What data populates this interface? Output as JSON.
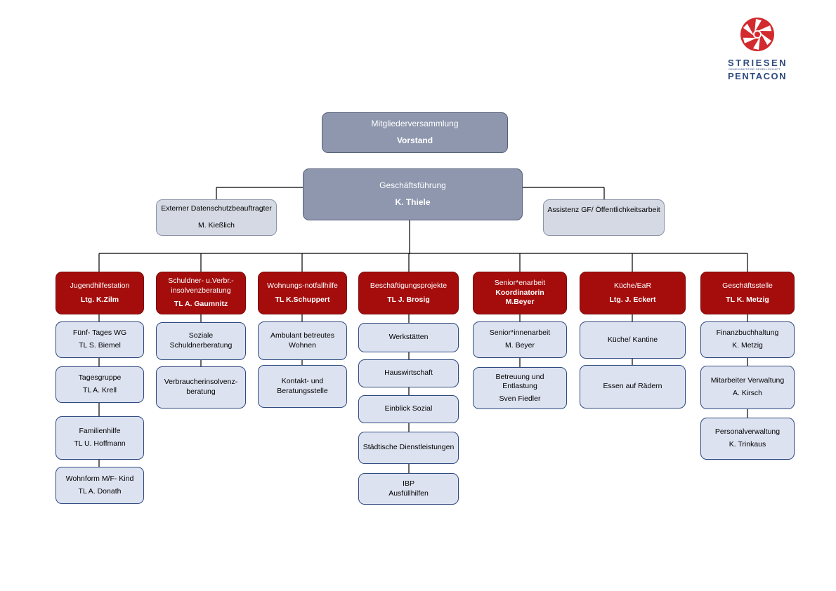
{
  "logo": {
    "line1": "STRIESEN",
    "tagline": "GEMEINNÜTZIGE GESELLSCHAFT",
    "line2": "PENTACON",
    "red": "#d22a2e",
    "blue": "#2f4a80"
  },
  "top": {
    "line1": "Mitgliederversammlung",
    "line2": "Vorstand"
  },
  "gf": {
    "line1": "Geschäftsführung",
    "line2": "K. Thiele"
  },
  "left_staff": {
    "line1": "Externer Datenschutzbeauftragter",
    "line2": "M. Kießlich"
  },
  "right_staff": {
    "line1": "Assistenz GF/ Öffentlichkeitsarbeit"
  },
  "departments": [
    {
      "title": "Jugendhilfestation",
      "lead": "Ltg. K.Zilm",
      "children": [
        {
          "line1": "Fünf- Tages WG",
          "line2": "TL S. Biemel"
        },
        {
          "line1": "Tagesgruppe",
          "line2": "TL A. Krell"
        },
        {
          "line1": "Familienhilfe",
          "line2": "TL U. Hoffmann"
        },
        {
          "line1": "Wohnform M/F- Kind",
          "line2": "TL A. Donath"
        }
      ]
    },
    {
      "title": "Schuldner- u.Verbr.-\ninsolvenzberatung",
      "lead": "TL A. Gaumnitz",
      "children": [
        {
          "line1": "Soziale\nSchuldnerberatung"
        },
        {
          "line1": "Verbraucherinsolvenz-\nberatung"
        }
      ]
    },
    {
      "title": "Wohnungs-notfallhilfe",
      "lead": "TL K.Schuppert",
      "children": [
        {
          "line1": "Ambulant betreutes\nWohnen"
        },
        {
          "line1": "Kontakt- und\nBeratungsstelle"
        }
      ]
    },
    {
      "title": "Beschäftigungsprojekte",
      "lead": "TL J. Brosig",
      "children": [
        {
          "line1": "Werkstätten"
        },
        {
          "line1": "Hauswirtschaft"
        },
        {
          "line1": "Einblick Sozial"
        },
        {
          "line1": "Städtische Dienstleistungen"
        },
        {
          "line1": "IBP\nAusfüllhilfen"
        }
      ]
    },
    {
      "title": "Senior*enarbeit",
      "lead": "Koordinatorin\nM.Beyer",
      "children": [
        {
          "line1": "Senior*innenarbeit",
          "line2": "M. Beyer"
        },
        {
          "line1": "Betreuung und\nEntlastung",
          "line2": "Sven Fiedler"
        }
      ]
    },
    {
      "title": "Küche/EaR",
      "lead": "Ltg. J. Eckert",
      "children": [
        {
          "line1": "Küche/ Kantine"
        },
        {
          "line1": "Essen auf Rädern"
        }
      ]
    },
    {
      "title": "Geschäftsstelle",
      "lead": "TL K. Metzig",
      "children": [
        {
          "line1": "Finanzbuchhaltung",
          "line2": "K. Metzig"
        },
        {
          "line1": "Mitarbeiter Verwaltung",
          "line2": "A. Kirsch"
        },
        {
          "line1": "Personalverwaltung",
          "line2": "K. Trinkaus"
        }
      ]
    }
  ]
}
